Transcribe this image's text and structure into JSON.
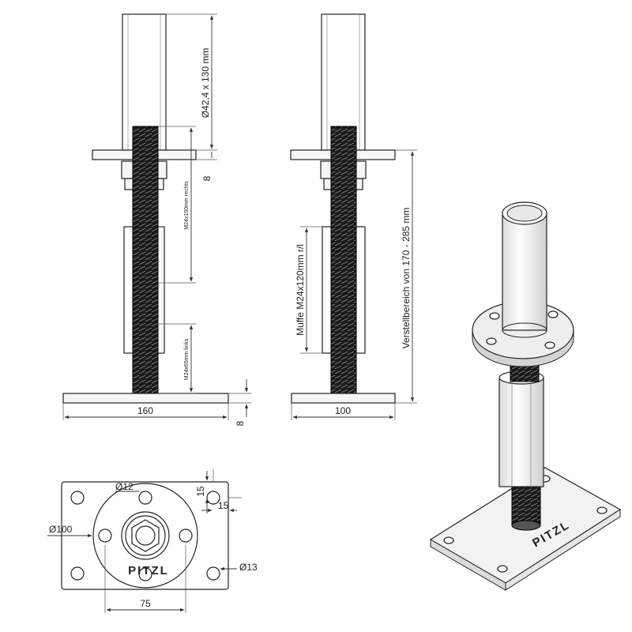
{
  "front_view": {
    "width_label": "160",
    "plate_thickness_label": "8",
    "tube_label": "Ø42,4 x 130 mm",
    "flange_thickness_label": "8",
    "thread_right_label": "M24x150mm rechts",
    "thread_left_label": "M24x65mm links"
  },
  "side_view": {
    "width_label": "100",
    "sleeve_label": "Muffe M24x120mm r/l",
    "range_label": "Verstellbereich von 170 - 285 mm"
  },
  "top_view": {
    "hole_diameter_label": "Ø12",
    "edge_offset_v_label": "15",
    "edge_offset_h_label": "15",
    "flange_diameter_label": "Ø100",
    "plate_hole_label": "Ø13",
    "hole_spacing_label": "75",
    "logo_text": "PITZL"
  },
  "iso_view": {
    "logo_text": "PITZL"
  }
}
